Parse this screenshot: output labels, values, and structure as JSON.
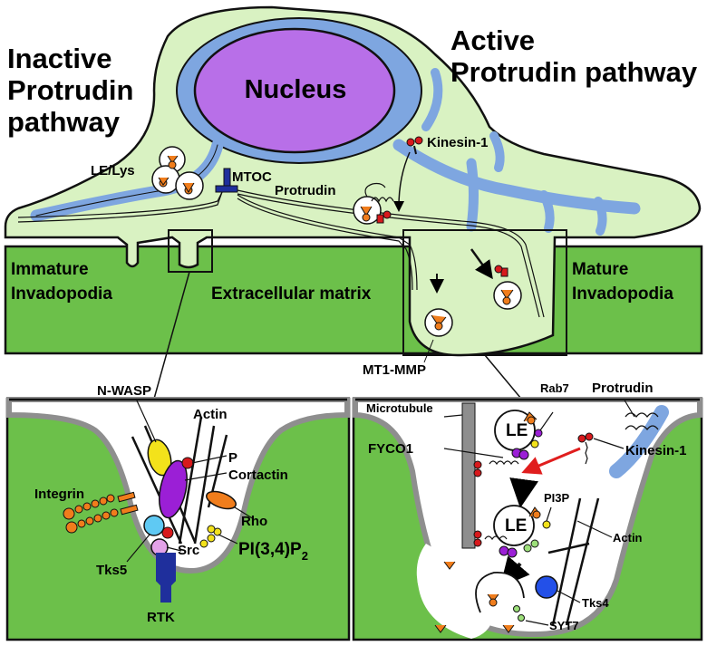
{
  "titles": {
    "inactive": [
      "Inactive",
      "Protrudin",
      "pathway"
    ],
    "active": [
      "Active",
      "Protrudin pathway"
    ]
  },
  "cell": {
    "nucleus": "Nucleus",
    "le_lys": "LE/Lys",
    "mtoc": "MTOC",
    "protrudin": "Protrudin",
    "kinesin": "Kinesin-1"
  },
  "matrix": {
    "immature": [
      "Immature",
      "Invadopodia"
    ],
    "extracellular": "Extracellular matrix",
    "mature": [
      "Mature",
      "Invadopodia"
    ],
    "mt1mmp": "MT1-MMP"
  },
  "left_inset": {
    "nwasp": "N-WASP",
    "actin": "Actin",
    "p": "P",
    "cortactin": "Cortactin",
    "integrin": "Integrin",
    "rho": "Rho",
    "src": "Src",
    "tks5": "Tks5",
    "pi34p2": "PI(3,4)P",
    "pi34p2_sub": "2",
    "rtk": "RTK"
  },
  "right_inset": {
    "microtubule": "Microtubule",
    "rab7": "Rab7",
    "protrudin": "Protrudin",
    "fyco1": "FYCO1",
    "kinesin": "Kinesin-1",
    "le1": "LE",
    "le2": "LE",
    "pi3p": "PI3P",
    "actin": "Actin",
    "tks4": "Tks4",
    "syt7": "SYT7"
  },
  "colors": {
    "matrix_green": "#6cc04a",
    "cytoplasm": "#d9f2c2",
    "envelope": "#7ea6e0",
    "nucleus": "#b86fe8",
    "orange": "#f07d1c",
    "red": "#d7191c",
    "purple": "#9b1fd6",
    "yellow": "#f3e21b",
    "cyan": "#5fc9f3",
    "pink": "#e3a2e8",
    "navy": "#1f2f9c",
    "tks4_blue": "#2350e8"
  }
}
